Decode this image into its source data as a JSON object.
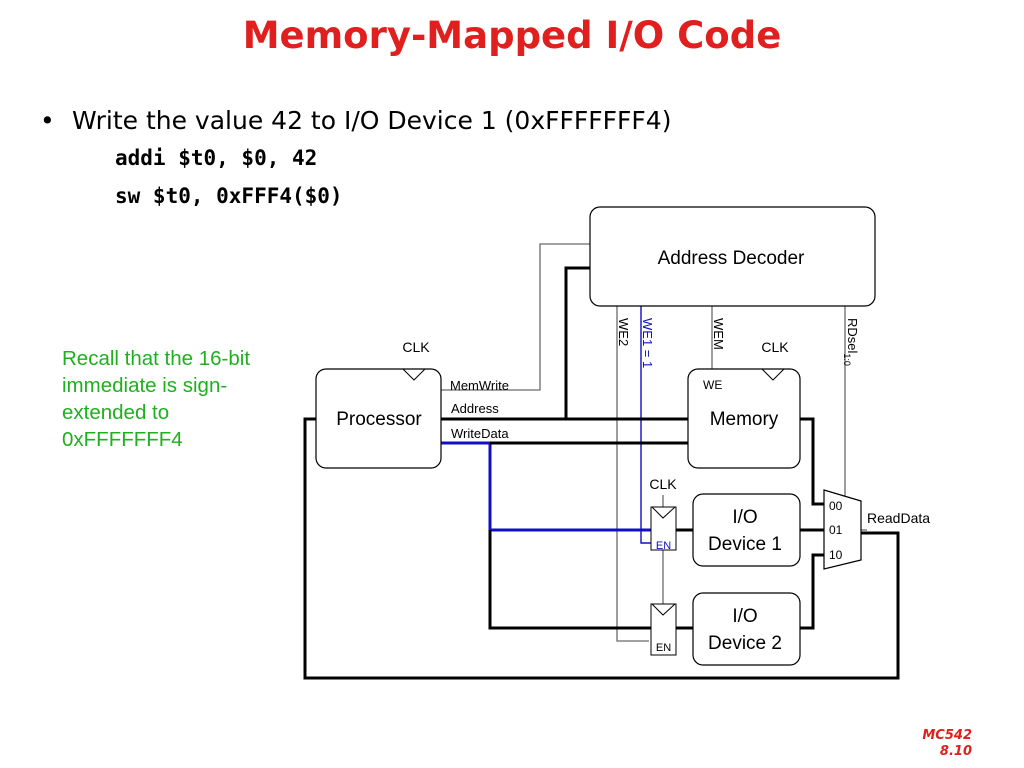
{
  "slide": {
    "title": "Memory-Mapped I/O Code",
    "bullet": "Write the value 42 to I/O Device 1 (0xFFFFFFF4)",
    "code_lines": [
      "addi $t0, $0, 42",
      "sw $t0, 0xFFF4($0)"
    ],
    "note": "Recall that the 16-bit immediate is sign-extended to 0xFFFFFFF4",
    "footer": [
      "MC542",
      "8.10"
    ]
  },
  "diagram": {
    "address_decoder": "Address Decoder",
    "processor": "Processor",
    "memory": "Memory",
    "memory_we": "WE",
    "io1": [
      "I/O",
      "Device 1"
    ],
    "io2": [
      "I/O",
      "Device 2"
    ],
    "clk": "CLK",
    "en": "EN",
    "signals": {
      "memwrite": "MemWrite",
      "address": "Address",
      "writedata": "WriteData",
      "we2": "WE2",
      "we1": "WE1 = 1",
      "wem": "WEM",
      "rdsel": "RDsel",
      "rdsel_sub": "1:0",
      "readdata": "ReadData"
    },
    "mux_inputs": [
      "00",
      "01",
      "10"
    ],
    "colors": {
      "active": "#1010c0",
      "title": "#e0201e",
      "note": "#1fb01f"
    }
  }
}
